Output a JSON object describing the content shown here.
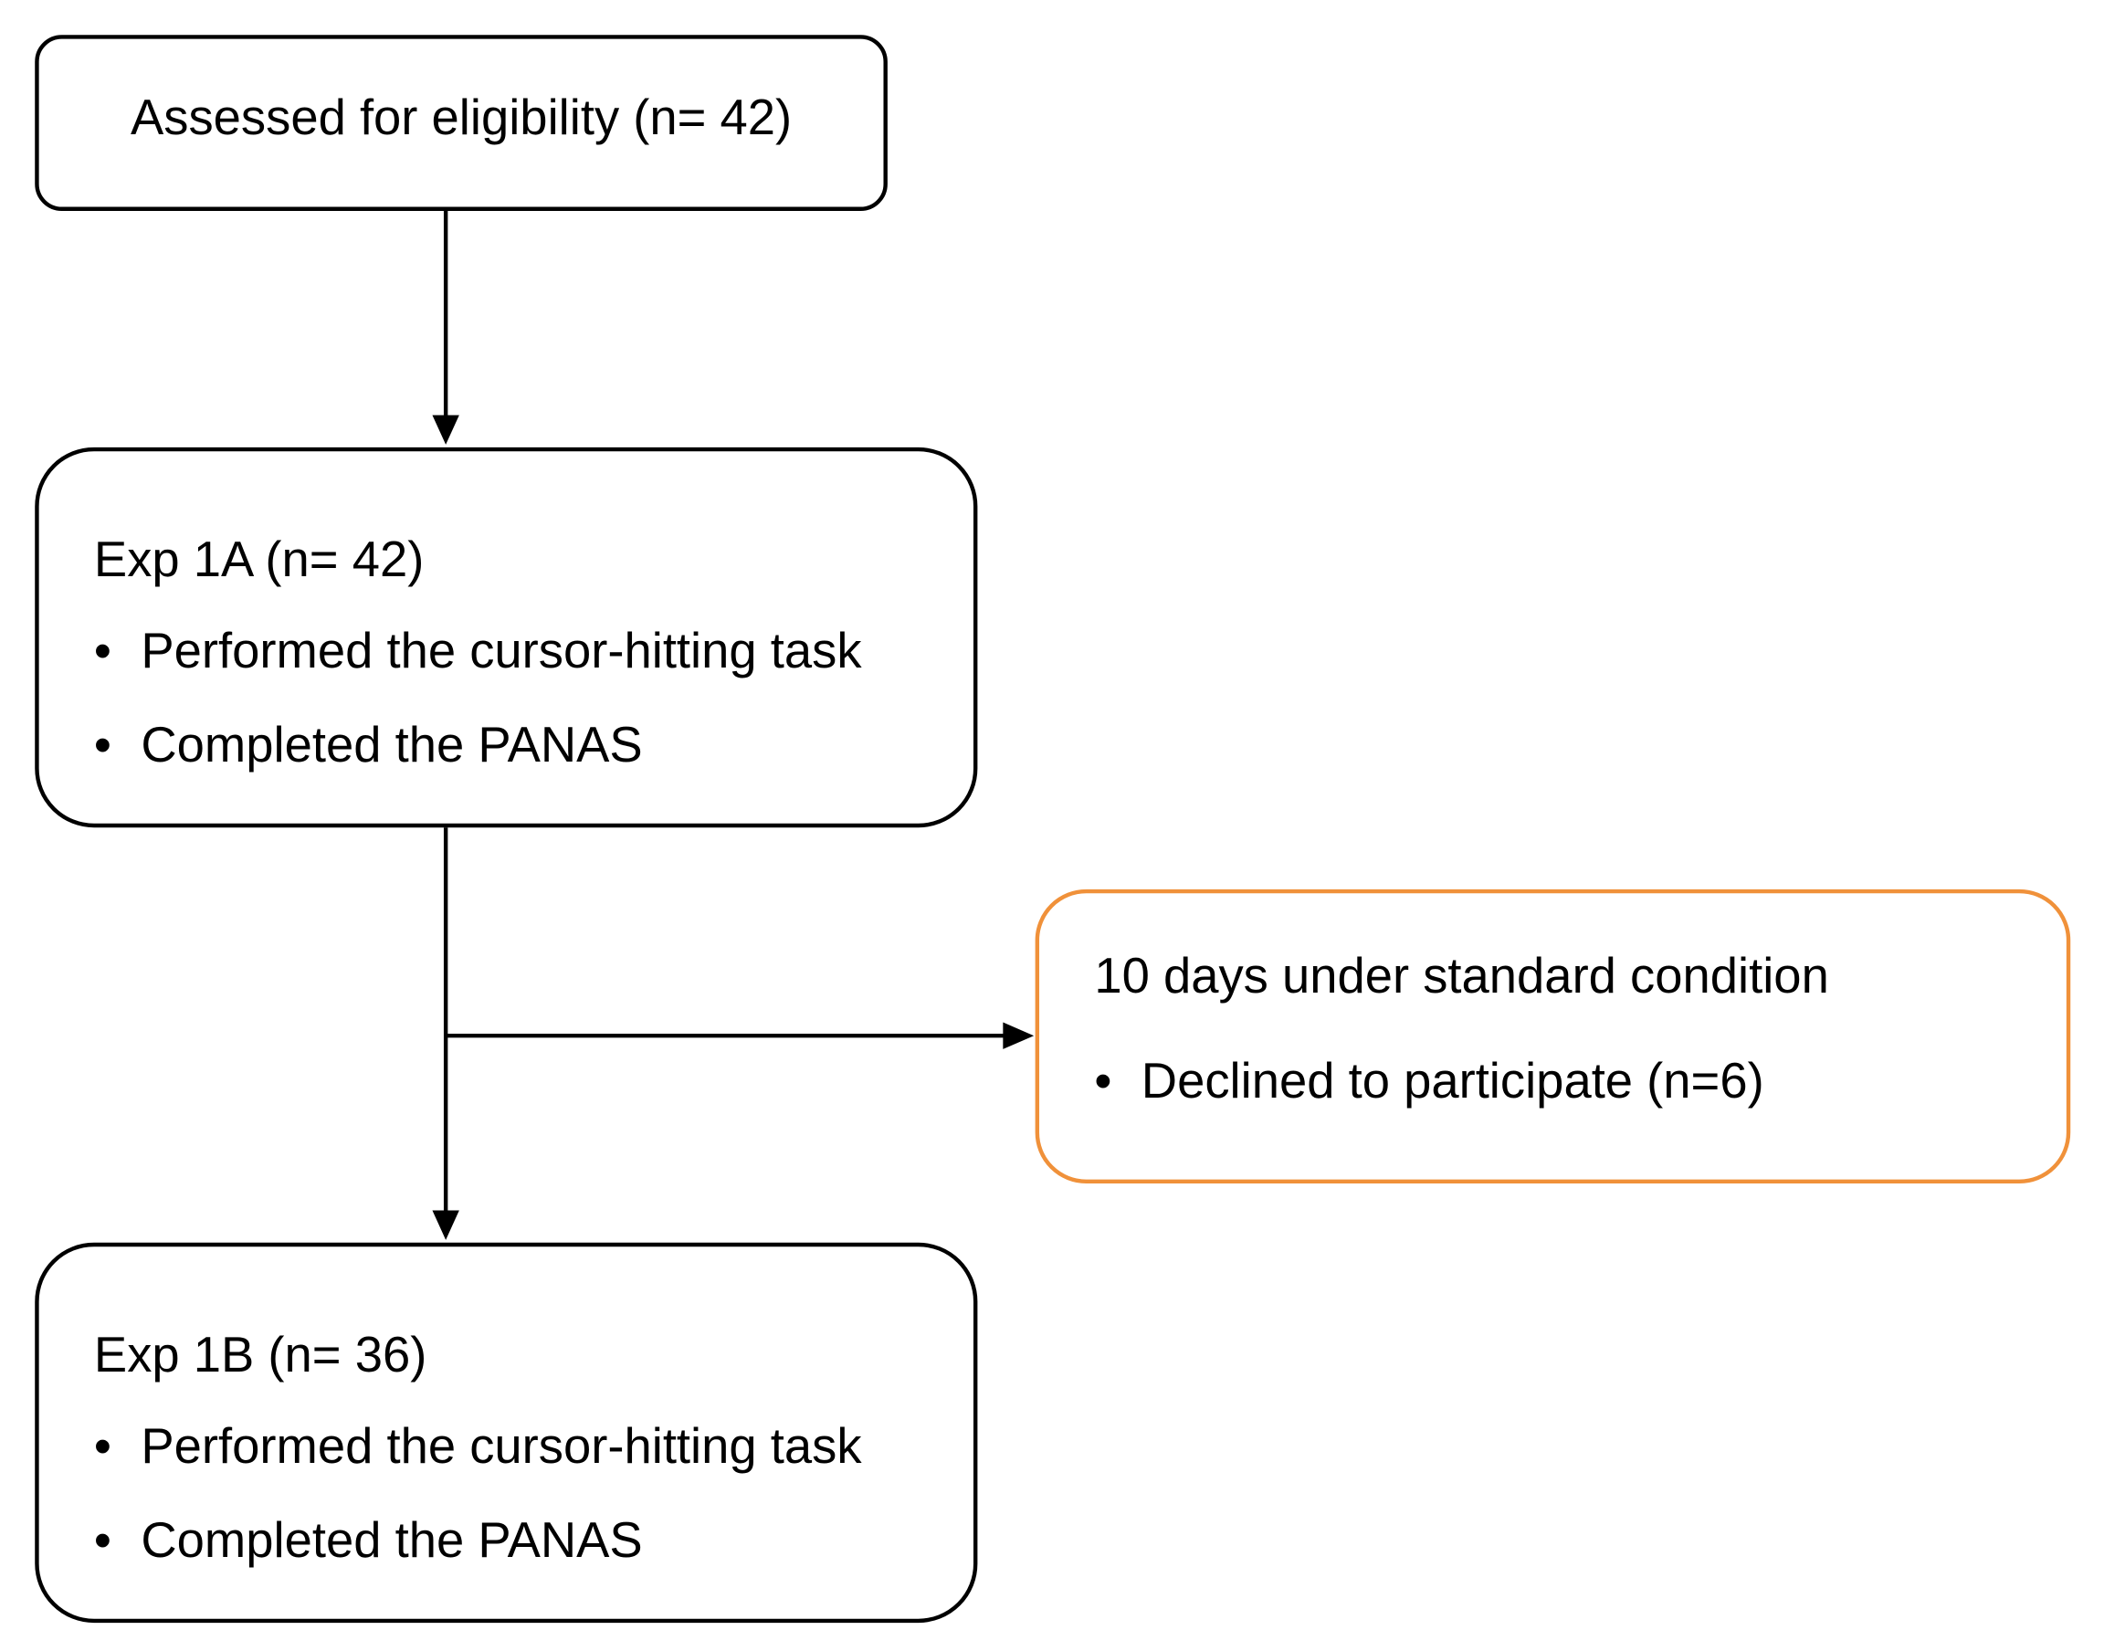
{
  "diagram": {
    "colors": {
      "box_border": "#000000",
      "highlight_border": "#f0913a",
      "connector": "#000000"
    },
    "boxes": {
      "eligibility": {
        "title": "Assessed for eligibility (n= 42)"
      },
      "exp1a": {
        "title": "Exp 1A (n= 42)",
        "items": [
          "Performed the cursor-hitting task",
          "Completed the PANAS"
        ]
      },
      "waiting_period": {
        "title": "10 days under standard condition",
        "items": [
          "Declined to participate (n=6)"
        ]
      },
      "exp1b": {
        "title": "Exp 1B (n= 36)",
        "items": [
          "Performed the cursor-hitting task",
          "Completed the PANAS"
        ]
      }
    },
    "connections": [
      {
        "from": "eligibility",
        "to": "exp1a"
      },
      {
        "from": "exp1a",
        "to": "waiting_period"
      },
      {
        "from": "exp1a",
        "to": "exp1b"
      }
    ]
  }
}
